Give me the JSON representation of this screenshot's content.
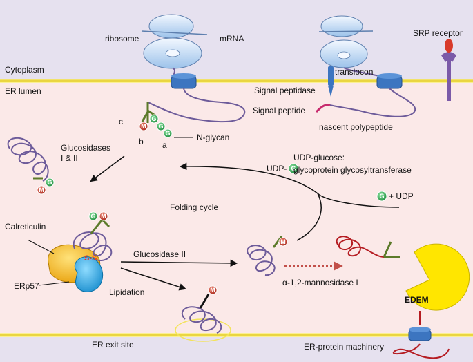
{
  "labels": {
    "ribosome": "ribosome",
    "mrna": "mRNA",
    "srp_receptor": "SRP receptor",
    "cytoplasm": "Cytoplasm",
    "er_lumen": "ER lumen",
    "translocon": "translocon",
    "signal_peptidase": "Signal peptidase",
    "signal_peptide": "Signal peptide",
    "nascent_polypeptide": "nascent polypeptide",
    "c": "c",
    "b": "b",
    "a": "a",
    "n_glycan": "N-glycan",
    "glucosidases_line1": "Glucosidases",
    "glucosidases_line2": "I & II",
    "udp_left": "UDP-",
    "udp_glucose_line1": "UDP-glucose:",
    "udp_glucose_line2": "glycoprotein glycosyltransferase",
    "plus_udp": "+ UDP",
    "folding_cycle": "Folding cycle",
    "calreticulin": "Calreticulin",
    "ss": "S-S",
    "glucosidase_ii": "Glucosidase II",
    "erp57": "ERp57",
    "lipidation": "Lipidation",
    "mannosidase": "α-1,2-mannosidase I",
    "edem": "EDEM",
    "er_exit_site": "ER exit site",
    "er_protein_machinery": "ER-protein machinery"
  },
  "glyphs": {
    "glucose": "G",
    "mannose": "M"
  },
  "colors": {
    "cytoplasm": "#e6e1ef",
    "er_lumen": "#fbe9e8",
    "membrane": "#f1e36a",
    "translocon": "#3c75c0",
    "polypeptide": "#6d5b9a",
    "glucose": "#2ea84f",
    "mannose": "#c73a2a",
    "stem": "#5c7a2a",
    "misfolded": "#b51c22",
    "edem": "#ffe600",
    "calreticulin": "#f5b400",
    "erp57": "#1aa3e0",
    "ss_bond": "#e0332b"
  }
}
